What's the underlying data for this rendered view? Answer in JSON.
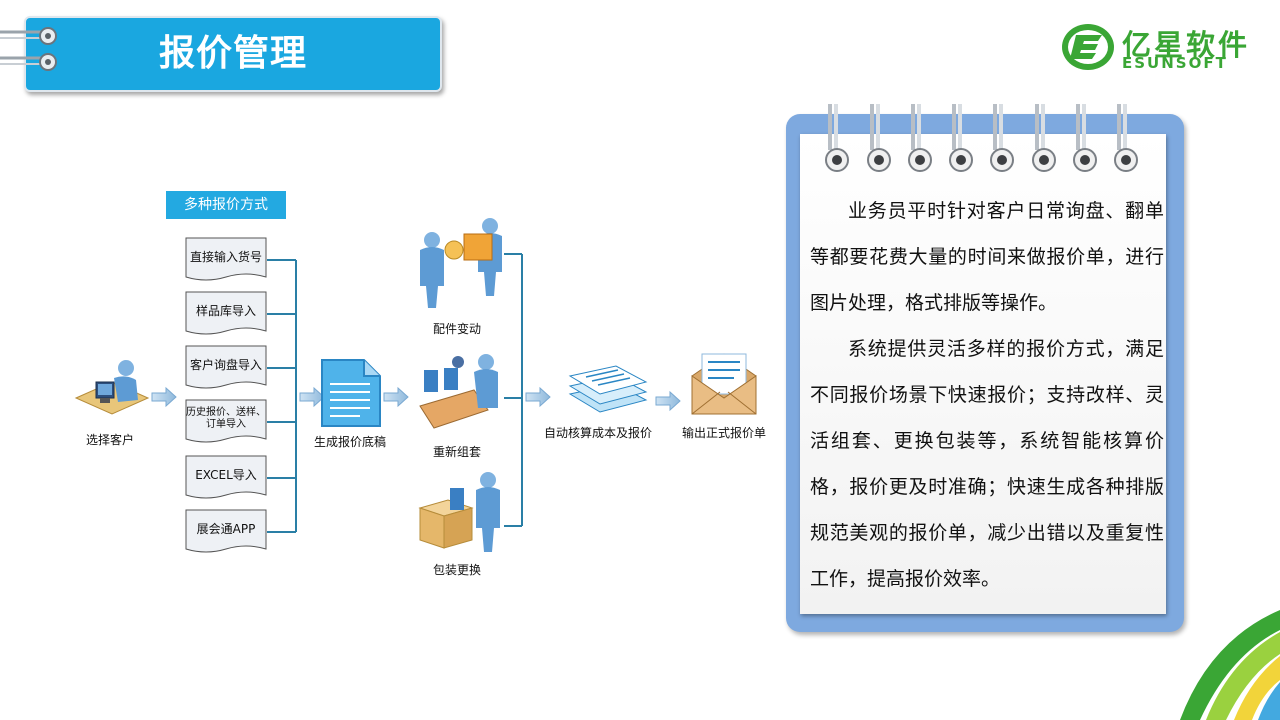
{
  "header": {
    "title": "报价管理"
  },
  "logo": {
    "cn": "亿星软件",
    "en": "ESUNSOFT"
  },
  "flow": {
    "methods_header": "多种报价方式",
    "methods": [
      {
        "label": "直接输入货号"
      },
      {
        "label": "样品库导入"
      },
      {
        "label": "客户询盘导入"
      },
      {
        "label": "历史报价、送样、订单导入"
      },
      {
        "label": "EXCEL导入"
      },
      {
        "label": "展会通APP"
      }
    ],
    "select_customer": "选择客户",
    "generate_draft": "生成报价底稿",
    "options": [
      {
        "label": "配件变动"
      },
      {
        "label": "重新组套"
      },
      {
        "label": "包装更换"
      }
    ],
    "auto_calc": "自动核算成本及报价",
    "output": "输出正式报价单"
  },
  "note": {
    "paragraph1": "业务员平时针对客户日常询盘、翻单等都要花费大量的时间来做报价单，进行图片处理，格式排版等操作。",
    "paragraph2": "系统提供灵活多样的报价方式，满足不同报价场景下快速报价；支持改样、灵活组套、更换包装等，系统智能核算价格，报价更及时准确；快速生成各种排版规范美观的报价单，减少出错以及重复性工作，提高报价效率。"
  },
  "colors": {
    "accent": "#1aa7e0",
    "line": "#2a7fa6",
    "brand_green": "#3aa635",
    "notebook": "#7ea9df"
  }
}
